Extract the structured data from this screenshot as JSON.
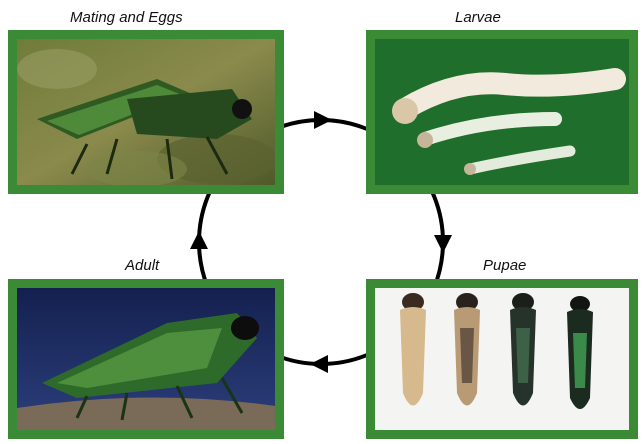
{
  "stages": {
    "mating": {
      "label": "Mating and Eggs",
      "icon": "beetles-mating-photo"
    },
    "larvae": {
      "label": "Larvae",
      "icon": "larvae-photo"
    },
    "pupae": {
      "label": "Pupae",
      "icon": "pupae-photo"
    },
    "adult": {
      "label": "Adult",
      "icon": "adult-beetle-photo"
    }
  },
  "colors": {
    "frame_green": "#3b8a35",
    "arrow": "#000000",
    "beetle_green": "#2e6b2a"
  },
  "cycle_order": [
    "Mating and Eggs",
    "Larvae",
    "Pupae",
    "Adult"
  ]
}
